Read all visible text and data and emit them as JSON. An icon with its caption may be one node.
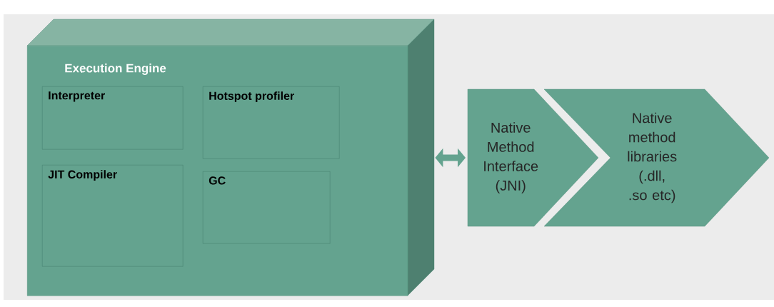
{
  "diagram": {
    "nodes": [
      {
        "text": [
          "Execution Engine"
        ]
      },
      {
        "text": [
          "Interpreter"
        ],
        "in": 0
      },
      {
        "text": [
          "Hotspot profiler"
        ],
        "in": 0
      },
      {
        "text": [
          "JIT Compiler"
        ],
        "in": 0
      },
      {
        "text": [
          "GC"
        ],
        "in": 0
      },
      {
        "text": [
          "Native Method Interface (JNI)"
        ]
      },
      {
        "text": [
          "Native method libraries (.dll, .so etc)"
        ]
      }
    ],
    "edges": [
      {
        "from": 0,
        "to": 5,
        "arrow": "both"
      }
    ]
  }
}
